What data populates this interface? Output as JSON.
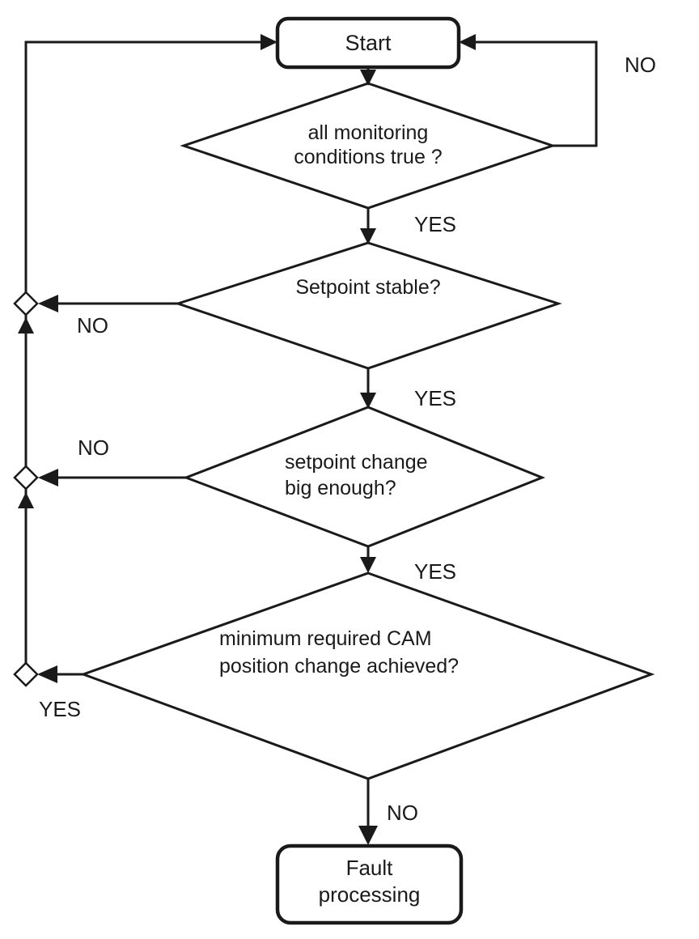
{
  "diagram": {
    "type": "flowchart",
    "colors": {
      "line": "#1a1a1a",
      "text": "#1a1a1a",
      "background": "#ffffff",
      "node_fill": "#ffffff"
    },
    "nodes": {
      "start": {
        "type": "terminator",
        "label": "Start"
      },
      "decision1": {
        "type": "decision",
        "label": "all monitoring\nconditions true ?"
      },
      "decision2": {
        "type": "decision",
        "label": "Setpoint stable?"
      },
      "decision3": {
        "type": "decision",
        "label": "setpoint change\nbig enough?"
      },
      "decision4": {
        "type": "decision",
        "label": "minimum required CAM\nposition change achieved?"
      },
      "fault": {
        "type": "terminator",
        "label": "Fault\nprocessing"
      }
    },
    "edge_labels": {
      "d1_no": "NO",
      "d1_yes": "YES",
      "d2_no": "NO",
      "d2_yes": "YES",
      "d3_no": "NO",
      "d3_yes": "YES",
      "d4_yes": "YES",
      "d4_no": "NO"
    }
  }
}
